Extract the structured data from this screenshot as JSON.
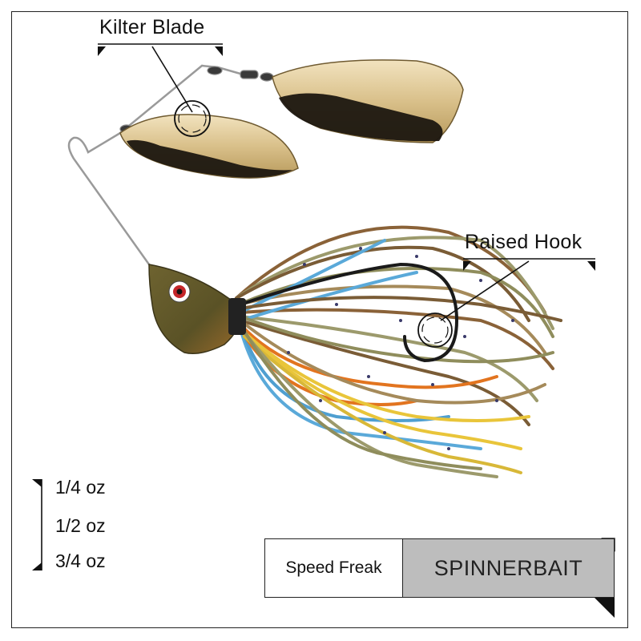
{
  "callouts": {
    "blade": "Kilter Blade",
    "hook": "Raised Hook"
  },
  "weights": [
    "1/4 oz",
    "1/2 oz",
    "3/4 oz"
  ],
  "product": {
    "name": "Speed Freak",
    "type": "SPINNERBAIT"
  },
  "colors": {
    "blade_gold": "#d9c08a",
    "blade_dark": "#1c1710",
    "head": "#6b5a2a",
    "label_gray": "#bdbdbd",
    "skirt_blue": "#5aa9d9",
    "skirt_orange": "#e2741f",
    "skirt_yellow": "#e9c53a",
    "skirt_olive": "#8f8d5c",
    "skirt_brown": "#8a6238"
  }
}
